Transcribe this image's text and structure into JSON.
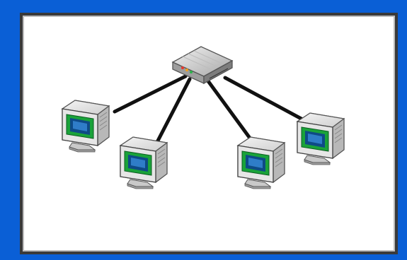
{
  "diagram": {
    "topology": "star",
    "hub": {
      "icon": "network-hub-icon"
    },
    "nodes": [
      {
        "id": "computer-1",
        "icon": "computer-icon"
      },
      {
        "id": "computer-2",
        "icon": "computer-icon"
      },
      {
        "id": "computer-3",
        "icon": "computer-icon"
      },
      {
        "id": "computer-4",
        "icon": "computer-icon"
      }
    ]
  },
  "colors": {
    "background": "#0a5fd6",
    "frame_border": "#3a3a3a",
    "canvas": "#ffffff",
    "cable": "#111111",
    "screen_bezel": "#1aa33a",
    "screen": "#0e4b86"
  }
}
